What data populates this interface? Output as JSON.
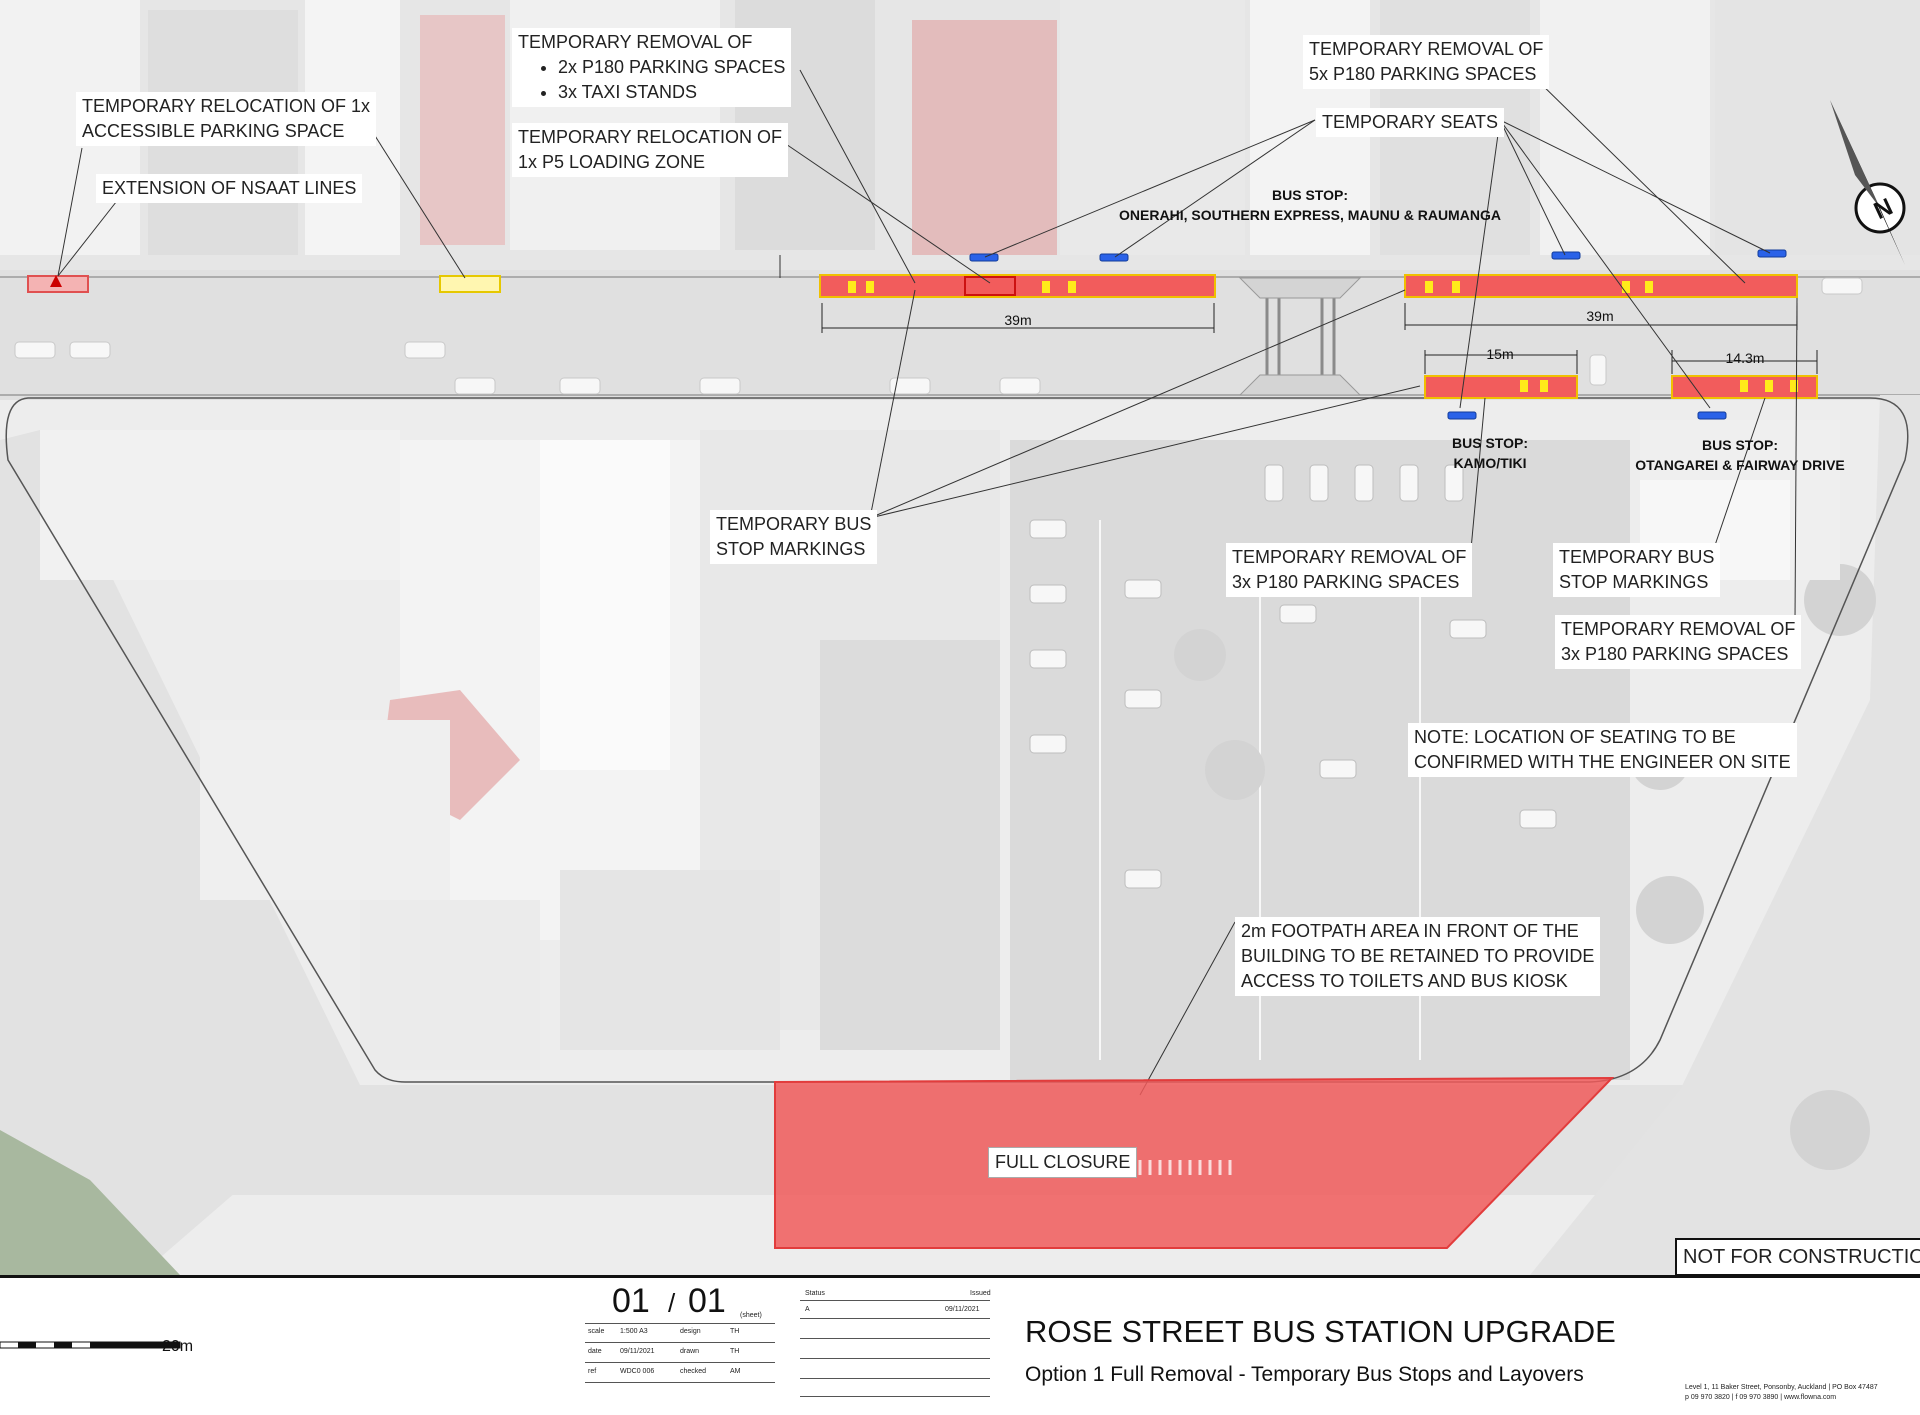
{
  "labels": {
    "removal_p180_taxi": {
      "title": "TEMPORARY REMOVAL OF",
      "items": [
        "2x P180 PARKING SPACES",
        "3x TAXI STANDS"
      ]
    },
    "relocation_loading": [
      "TEMPORARY RELOCATION OF",
      "1x P5 LOADING ZONE"
    ],
    "relocation_accessible": [
      "TEMPORARY RELOCATION OF 1x",
      "ACCESSIBLE PARKING SPACE"
    ],
    "nsaat": "EXTENSION OF NSAAT LINES",
    "removal_5x": [
      "TEMPORARY REMOVAL OF",
      "5x P180 PARKING SPACES"
    ],
    "seats": "TEMPORARY SEATS",
    "bus_markings_left": [
      "TEMPORARY BUS",
      "STOP MARKINGS"
    ],
    "removal_3x_a": [
      "TEMPORARY REMOVAL OF",
      "3x P180 PARKING SPACES"
    ],
    "bus_markings_right": [
      "TEMPORARY BUS",
      "STOP MARKINGS"
    ],
    "removal_3x_b": [
      "TEMPORARY REMOVAL OF",
      "3x P180 PARKING SPACES"
    ],
    "note_seating": [
      "NOTE: LOCATION OF SEATING TO BE",
      "CONFIRMED WITH THE ENGINEER ON SITE"
    ],
    "footpath": [
      "2m FOOTPATH AREA IN FRONT OF THE",
      "BUILDING TO BE RETAINED TO PROVIDE",
      "ACCESS TO TOILETS AND BUS KIOSK"
    ],
    "full_closure": "FULL CLOSURE",
    "not_for_construction": "NOT FOR CONSTRUCTION"
  },
  "bus_stops": {
    "north": [
      "BUS STOP:",
      "ONERAHI, SOUTHERN EXPRESS, MAUNU & RAUMANGA"
    ],
    "kamo": [
      "BUS STOP:",
      "KAMO/TIKI"
    ],
    "otangarei": [
      "BUS STOP:",
      "OTANGAREI & FAIRWAY DRIVE"
    ]
  },
  "dimensions": {
    "left_zone": "39m",
    "right_zone": "39m",
    "kamo_zone": "15m",
    "otangarei_zone": "14.3m"
  },
  "title_block": {
    "project": "ROSE STREET BUS STATION UPGRADE",
    "subtitle": "Option 1 Full Removal - Temporary Bus Stops and Layovers",
    "sheet_number": "01",
    "sheet_of": "01",
    "sheet_word": "(sheet)",
    "scale_label": "20m",
    "rows": [
      {
        "k1": "scale",
        "v1": "1:500 A3",
        "k2": "design",
        "v2": "TH"
      },
      {
        "k1": "date",
        "v1": "09/11/2021",
        "k2": "drawn",
        "v2": "TH"
      },
      {
        "k1": "ref",
        "v1": "WDC0 006",
        "k2": "checked",
        "v2": "AM"
      }
    ],
    "revision": {
      "status_head": "Status",
      "issued_head": "Issued",
      "rev": "A",
      "issued": "09/11/2021"
    },
    "office_line_1": "Level 1, 11 Baker Street, Ponsonby, Auckland | PO Box 47487",
    "office_line_2": "p 09 970 3820 | f 09 970 3890 | www.flowna.com"
  },
  "colors": {
    "closure_fill": "#f05a5a",
    "marking_yellow": "#ffeb1a",
    "seat_blue": "#2a62e8",
    "road": "#e0e0e0",
    "buildings": "#ebebeb"
  }
}
